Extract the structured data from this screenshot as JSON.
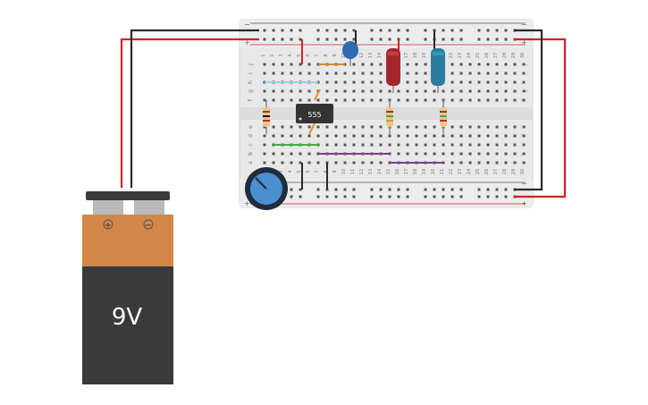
{
  "battery": {
    "label": "9V",
    "plus": "+",
    "minus": "−"
  },
  "chip": {
    "label": "555"
  },
  "breadboard": {
    "columns": [
      "1",
      "2",
      "3",
      "4",
      "5",
      "6",
      "7",
      "8",
      "9",
      "10",
      "11",
      "12",
      "13",
      "14",
      "15",
      "16",
      "17",
      "18",
      "19",
      "20",
      "21",
      "22",
      "23",
      "24",
      "25",
      "26",
      "27",
      "28",
      "29",
      "30"
    ],
    "rows_top": [
      "j",
      "i",
      "h",
      "g",
      "f"
    ],
    "rows_bottom": [
      "e",
      "d",
      "c",
      "b",
      "a"
    ],
    "rail_plus": "+",
    "rail_minus": "−"
  },
  "colors": {
    "wire_red": "#d62027",
    "wire_black": "#2a2a2a",
    "wire_orange": "#e8902a",
    "wire_green": "#3fae49",
    "wire_blue": "#7ec8e3",
    "wire_purple": "#7a3f9d",
    "capacitor_blue": "#2d6cb5",
    "capacitor_red": "#a3282b",
    "capacitor_teal": "#2a7ca0",
    "battery_top": "#d3884a",
    "battery_body": "#3a3a3a",
    "pot_knob": "#4a8fcf"
  },
  "icons": [
    "battery-9v-icon",
    "chip-555-icon",
    "potentiometer-icon",
    "resistor-icon",
    "capacitor-icon"
  ]
}
